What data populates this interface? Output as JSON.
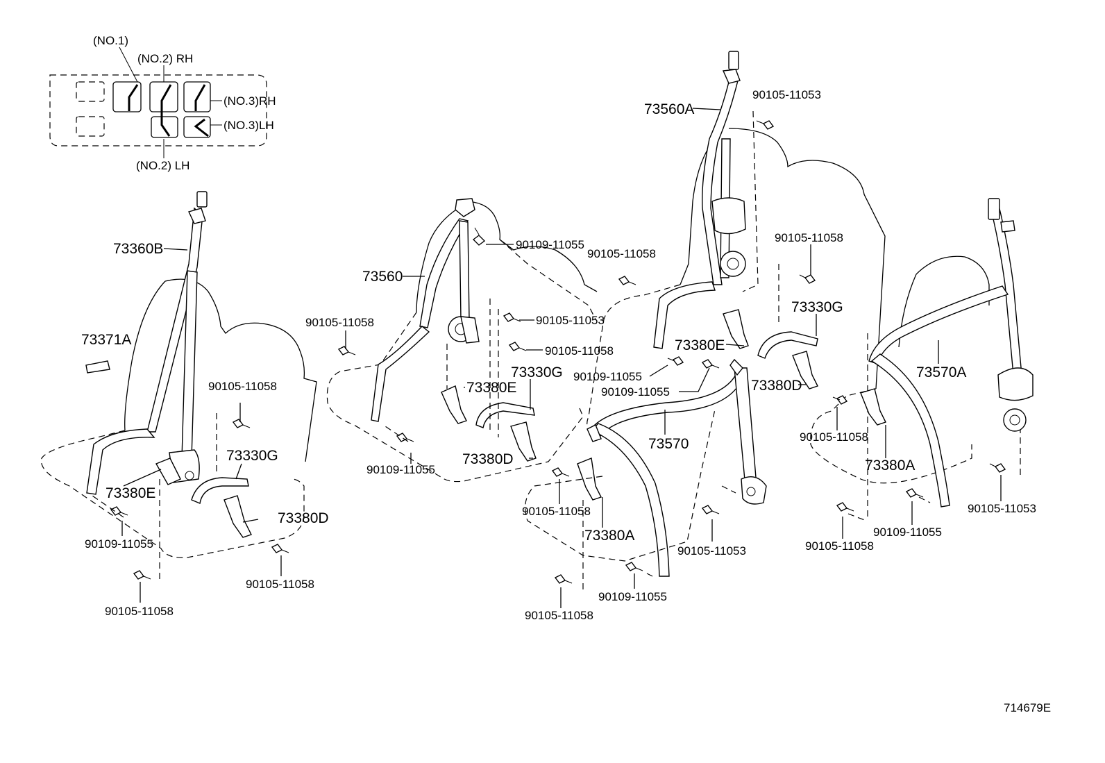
{
  "legend": {
    "no1": "(NO.1)",
    "no2_rh": "(NO.2) RH",
    "no2_lh": "(NO.2) LH",
    "no3_rh": "(NO.3)RH",
    "no3_lh": "(NO.3)LH"
  },
  "labels": {
    "l73360B": "73360B",
    "l73371A": "73371A",
    "l73380E_a": "73380E",
    "l73330G_a": "73330G",
    "l73380D_a": "73380D",
    "l90105_11058_a": "90105-11058",
    "l90109_11055_a": "90109-11055",
    "l90105_11058_b": "90105-11058",
    "l90105_11058_c": "90105-11058",
    "l73560": "73560",
    "l90105_11058_d": "90105-11058",
    "l90109_11055_b": "90109-11055",
    "l90109_11055_c": "90109-11055",
    "l90105_11053_a": "90105-11053",
    "l90105_11058_e": "90105-11058",
    "l73380E_b": "73380E",
    "l73330G_b": "73330G",
    "l73380D_b": "73380D",
    "l90105_11058_f": "90105-11058",
    "l73380A_a": "73380A",
    "l90105_11058_g": "90105-11058",
    "l73560A": "73560A",
    "l90105_11053_b": "90105-11053",
    "l90105_11058_h": "90105-11058",
    "l90105_11058_i": "90105-11058",
    "l73330G_c": "73330G",
    "l73380E_c": "73380E",
    "l90109_11055_d": "90109-11055",
    "l90109_11055_e": "90109-11055",
    "l73570": "73570",
    "l90105_11053_c": "90105-11053",
    "l90109_11055_f": "90109-11055",
    "l73380D_c": "73380D",
    "l90105_11058_j": "90105-11058",
    "l73380A_b": "73380A",
    "l73570A": "73570A",
    "l90105_11058_k": "90105-11058",
    "l90109_11055_g": "90109-11055",
    "l90105_11053_d": "90105-11053"
  },
  "diagram_id": "714679E"
}
